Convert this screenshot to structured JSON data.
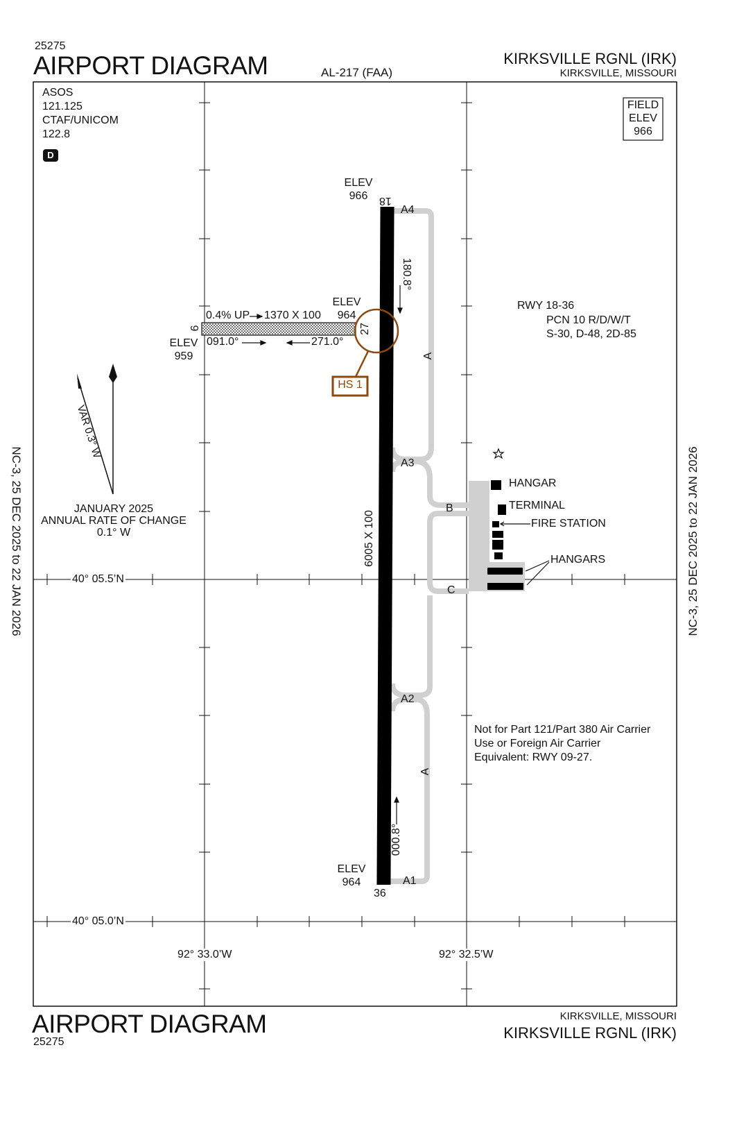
{
  "header": {
    "chart_number": "25275",
    "title": "AIRPORT DIAGRAM",
    "procedure_id": "AL-217 (FAA)",
    "airport_name": "KIRKSVILLE RGNL (IRK)",
    "city_state": "KIRKSVILLE, MISSOURI"
  },
  "footer": {
    "chart_number": "25275",
    "title": "AIRPORT DIAGRAM",
    "airport_name": "KIRKSVILLE RGNL (IRK)",
    "city_state": "KIRKSVILLE, MISSOURI"
  },
  "side_labels": {
    "left": "NC-3,  25 DEC 2025  to  22 JAN 2026",
    "right": "NC-3,  25 DEC 2025  to  22 JAN 2026"
  },
  "comms": {
    "asos_label": "ASOS",
    "asos_freq": "121.125",
    "ctaf_label": "CTAF/UNICOM",
    "ctaf_freq": "122.8",
    "d_badge": "D"
  },
  "field_elev": {
    "line1": "FIELD",
    "line2": "ELEV",
    "value": "966"
  },
  "runways": {
    "rwy_18_36": {
      "end_18": "18",
      "end_36": "36",
      "elev_18_label": "ELEV",
      "elev_18_value": "966",
      "elev_36_label": "ELEV",
      "elev_36_value": "964",
      "heading_south": "180.8°",
      "heading_north": "000.8°",
      "dimensions": "6005 X 100"
    },
    "rwy_09_27": {
      "end_9": "9",
      "end_27": "27",
      "elev_9_label": "ELEV",
      "elev_9_value": "959",
      "elev_27_label": "ELEV",
      "elev_27_value": "964",
      "gradient": "0.4% UP",
      "dimensions": "1370 X 100",
      "heading_east": "091.0°",
      "heading_west": "271.0°"
    }
  },
  "hotspot": {
    "label": "HS 1",
    "color": "#8b4a0f"
  },
  "taxiways": {
    "a4": "A4",
    "a3": "A3",
    "a2": "A2",
    "a1": "A1",
    "b": "B",
    "c": "C",
    "a_north": "A",
    "a_south": "A"
  },
  "rwy_info": {
    "line1": "RWY 18-36",
    "line2": "PCN 10 R/D/W/T",
    "line3": "S-30, D-48, 2D-85"
  },
  "buildings": {
    "hangar": "HANGAR",
    "terminal": "TERMINAL",
    "fire_station": "FIRE STATION",
    "hangars": "HANGARS"
  },
  "note": {
    "line1": "Not for Part 121/Part 380 Air Carrier",
    "line2": "Use or Foreign Air Carrier",
    "line3": "Equivalent: RWY 09-27."
  },
  "magvar": {
    "var": "VAR 0.3° W",
    "date": "JANUARY 2025",
    "rate_label": "ANNUAL RATE OF CHANGE",
    "rate": "0.1° W"
  },
  "coords": {
    "lat_north": "40° 05.5’N",
    "lat_south": "40° 05.0’N",
    "lon_west": "92° 33.0’W",
    "lon_east": "92° 32.5’W"
  },
  "colors": {
    "runway": "#000000",
    "taxiway": "#d0d0d0",
    "apron": "#d0d0d0",
    "hotspot": "#8b4a0f"
  }
}
